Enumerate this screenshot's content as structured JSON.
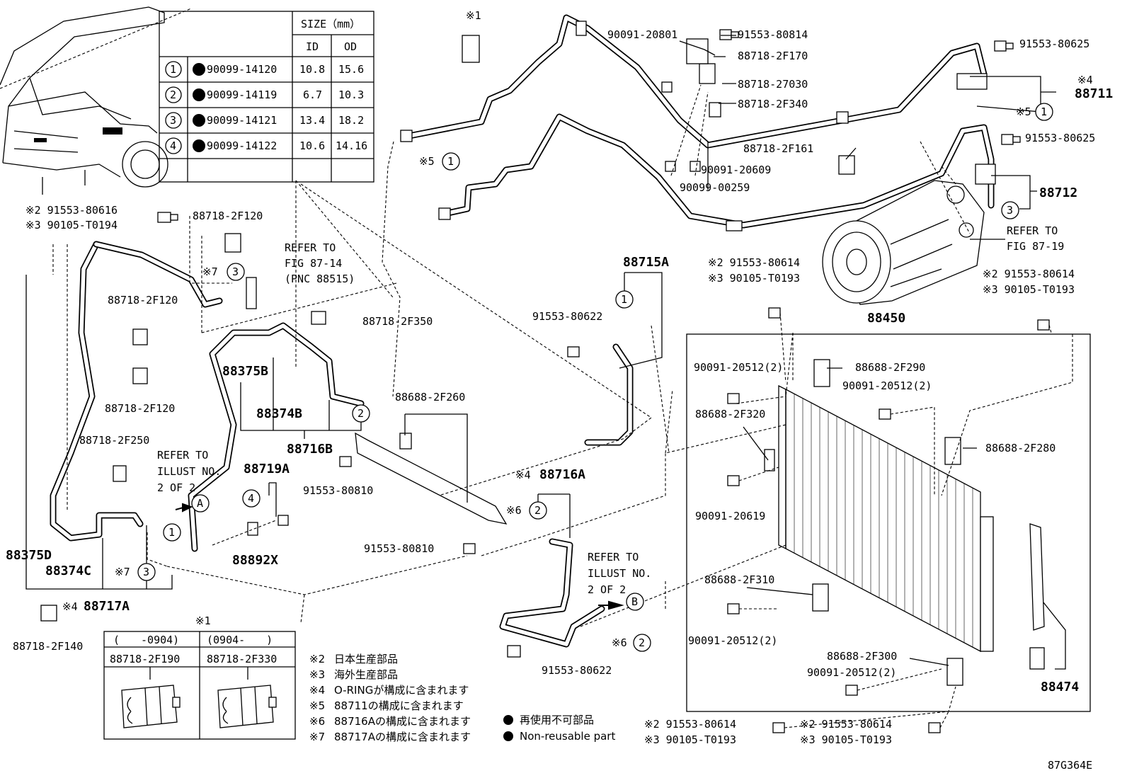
{
  "size_table": {
    "header": "SIZE（mm）",
    "col_id": "ID",
    "col_od": "OD",
    "rows": [
      {
        "num": "1",
        "part": "90099-14120",
        "id": "10.8",
        "od": "15.6"
      },
      {
        "num": "2",
        "part": "90099-14119",
        "id": "6.7",
        "od": "10.3"
      },
      {
        "num": "3",
        "part": "90099-14121",
        "id": "13.4",
        "od": "18.2"
      },
      {
        "num": "4",
        "part": "90099-14122",
        "id": "10.6",
        "od": "14.16"
      }
    ]
  },
  "clip_table": {
    "note_mark": "※1",
    "col1_header": "(　　-0904)",
    "col2_header": "(0904-　　)",
    "col1_part": "88718-2F190",
    "col2_part": "88718-2F330"
  },
  "notes": [
    {
      "mark": "※2",
      "text": "日本生産部品"
    },
    {
      "mark": "※3",
      "text": "海外生産部品"
    },
    {
      "mark": "※4",
      "text": "O-RINGが構成に含まれます"
    },
    {
      "mark": "※5",
      "text": "88711の構成に含まれます"
    },
    {
      "mark": "※6",
      "text": "88716Aの構成に含まれます"
    },
    {
      "mark": "※7",
      "text": "88717Aの構成に含まれます"
    }
  ],
  "legend": {
    "jp": "再使用不可部品",
    "en": "Non-reusable part"
  },
  "figure_id": "87G364E",
  "labels": {
    "l_x1_top": "※1",
    "l_9009120801": "90091-20801",
    "l_9155380814": "91553-80814",
    "l_887182f170": "88718-2F170",
    "l_8871827030": "88718-27030",
    "l_887182f340": "88718-2F340",
    "l_9155380625a": "91553-80625",
    "l_x4_88711": "※4",
    "l_88711": "88711",
    "l_x5_right": "※5",
    "l_9155380625b": "91553-80625",
    "l_887182f161": "88718-2F161",
    "l_9009120609": "90091-20609",
    "l_9009900259": "90099-00259",
    "l_x5_left": "※5",
    "l_88712": "88712",
    "l_refer_8719_a": "REFER TO",
    "l_refer_8719_b": "FIG 87-19",
    "l_x2_80616": "※2 91553-80616",
    "l_x3_t0194": "※3 90105-T0194",
    "l_887182f120_a": "88718-2F120",
    "l_refer_8714_a": "REFER TO",
    "l_refer_8714_b": "FIG 87-14",
    "l_refer_8714_c": "(PNC 88515)",
    "l_x7_a": "※7",
    "l_887182f120_b": "88718-2F120",
    "l_887182f350": "88718-2F350",
    "l_887182f120_c": "88718-2F120",
    "l_88375b": "88375B",
    "l_88374b": "88374B",
    "l_88716b": "88716B",
    "l_886882f260": "88688-2F260",
    "l_88715a": "88715A",
    "l_9155380622a": "91553-80622",
    "l_x2_80614a": "※2 91553-80614",
    "l_x3_t0193a": "※3 90105-T0193",
    "l_88450": "88450",
    "l_x2_80614b": "※2 91553-80614",
    "l_x3_t0193b": "※3 90105-T0193",
    "l_887182f250": "88718-2F250",
    "l_refer_a1": "REFER TO",
    "l_refer_a2": "ILLUST NO.",
    "l_refer_a3": "2 OF 2",
    "l_88719a": "88719A",
    "l_88892x": "88892X",
    "l_9155380810a": "91553-80810",
    "l_x4_88716a": "※4",
    "l_88716a": "88716A",
    "l_x6_a": "※6",
    "l_9155380810b": "91553-80810",
    "l_88375d": "88375D",
    "l_88374c": "88374C",
    "l_x7_b": "※7",
    "l_x4_88717a": "※4",
    "l_88717a": "88717A",
    "l_887182f140": "88718-2F140",
    "l_refer_b1": "REFER TO",
    "l_refer_b2": "ILLUST NO.",
    "l_refer_b3": "2 OF 2",
    "l_x6_b": "※6",
    "l_9155380622b": "91553-80622",
    "l_9009120512_a": "90091-20512(2)",
    "l_886882f290": "88688-2F290",
    "l_9009120512_b": "90091-20512(2)",
    "l_886882f320": "88688-2F320",
    "l_886882f280": "88688-2F280",
    "l_9009120619": "90091-20619",
    "l_886882f310": "88688-2F310",
    "l_9009120512_c": "90091-20512(2)",
    "l_886882f300": "88688-2F300",
    "l_9009120512_d": "90091-20512(2)",
    "l_88474": "88474",
    "l_x2_80614c": "※2 91553-80614",
    "l_x3_t0193c": "※3 90105-T0193",
    "l_x2_80614d": "※2 91553-80614",
    "l_x3_t0193d": "※3 90105-T0193"
  },
  "callouts": {
    "c1_88711": "1",
    "c1_top": "1",
    "c3_88712": "3",
    "c3_x7a": "3",
    "c1_88715a": "1",
    "c2_88716b": "2",
    "c4_88719a": "4",
    "c1_left": "1",
    "c3_x7b": "3",
    "c2_x6a": "2",
    "c2_x6b": "2",
    "arrow_a": "A",
    "arrow_b": "B"
  }
}
